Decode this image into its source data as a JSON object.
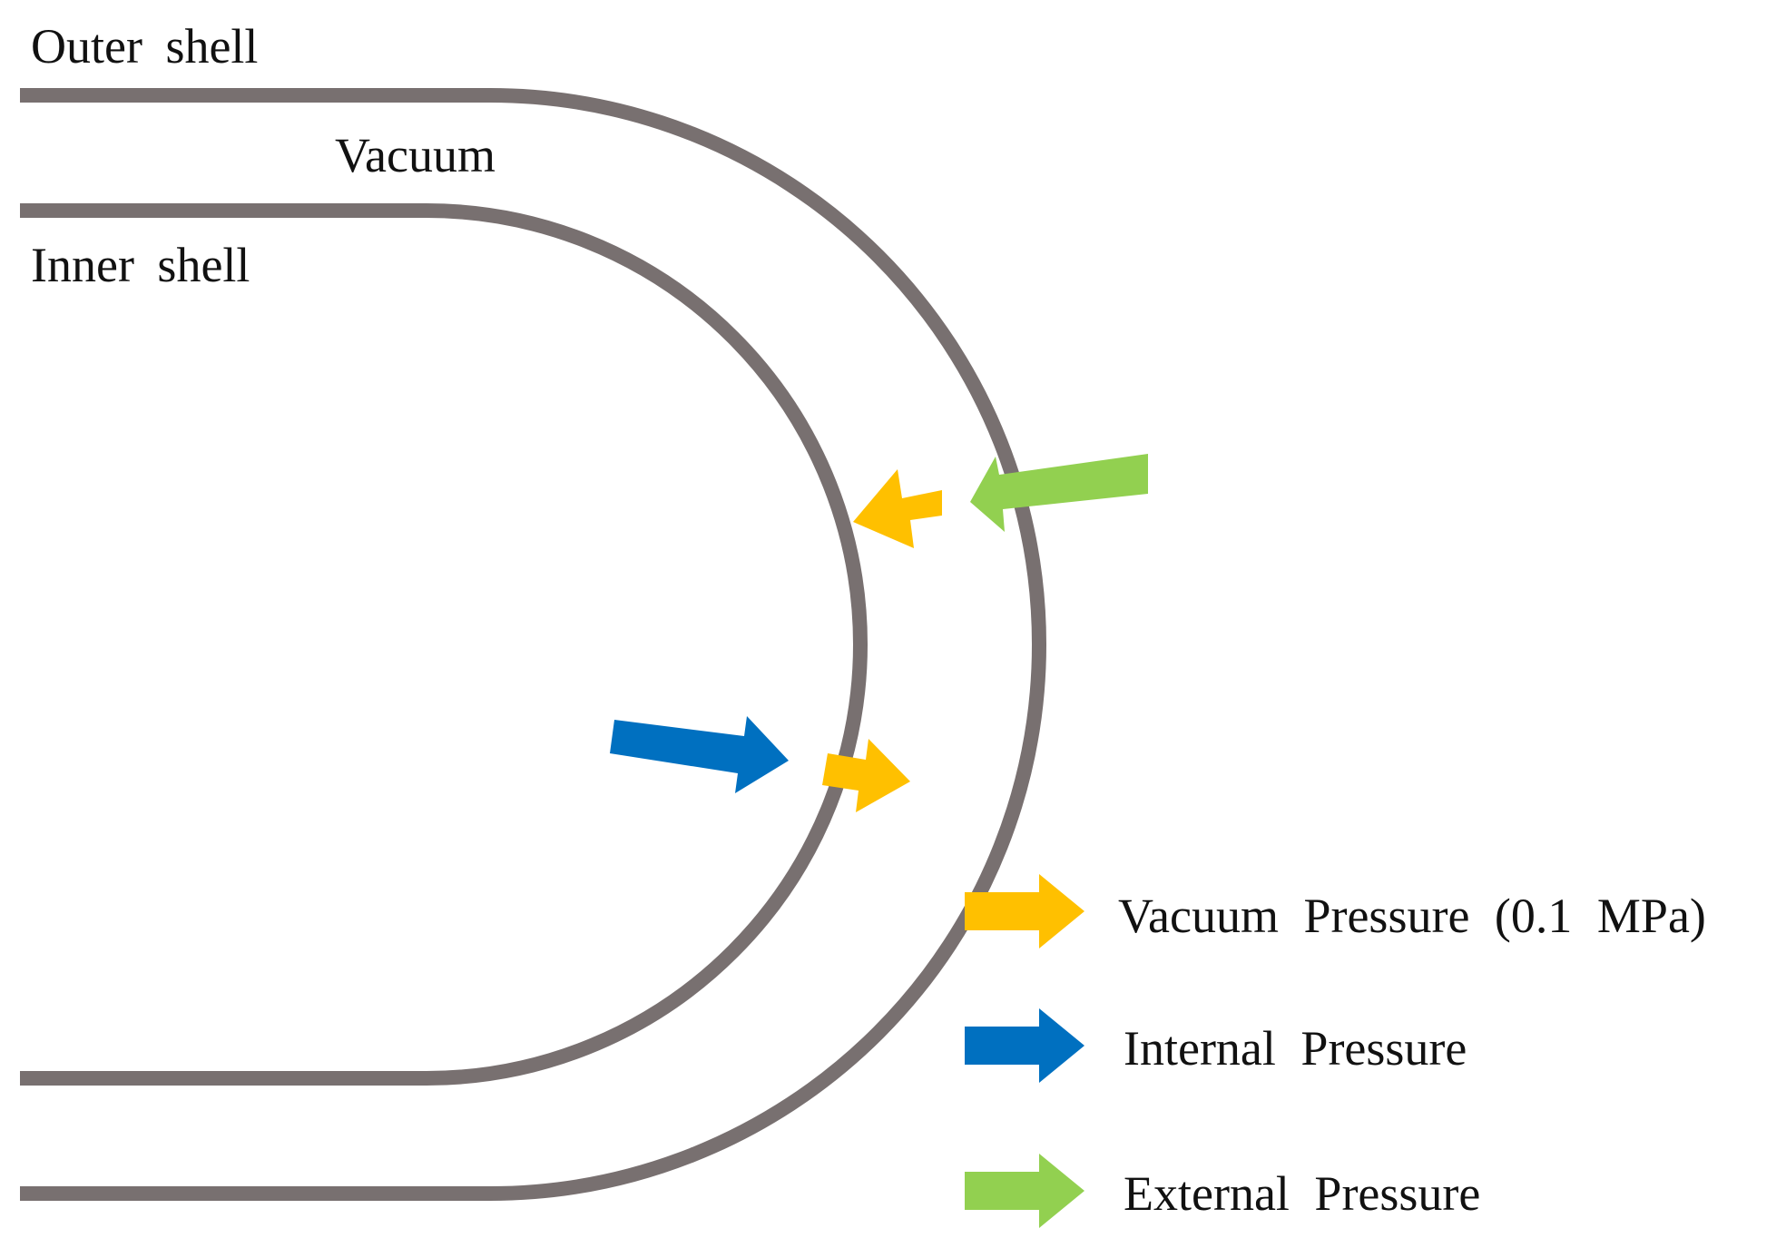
{
  "labels": {
    "outer_shell": "Outer shell",
    "vacuum": "Vacuum",
    "inner_shell": "Inner shell"
  },
  "legend": {
    "vacuum": "Vacuum Pressure (0.1 MPa)",
    "internal": "Internal Pressure",
    "external": "External Pressure"
  },
  "colors": {
    "shell": "#787070",
    "vacuum_pressure": "#FFC000",
    "internal_pressure": "#0070C0",
    "external_pressure": "#92D050"
  }
}
